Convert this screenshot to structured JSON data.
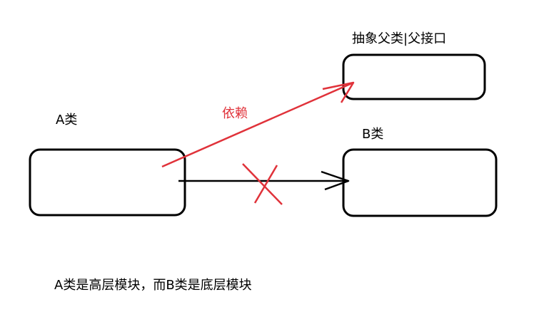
{
  "labels": {
    "abstract_class": "抽象父类|父接口",
    "class_a": "A类",
    "class_b": "B类",
    "depends": "依赖",
    "caption": "A类是高层模块，而B类是底层模块"
  },
  "colors": {
    "stroke": "#000000",
    "dependency": "#e0323a",
    "background": "#ffffff"
  }
}
